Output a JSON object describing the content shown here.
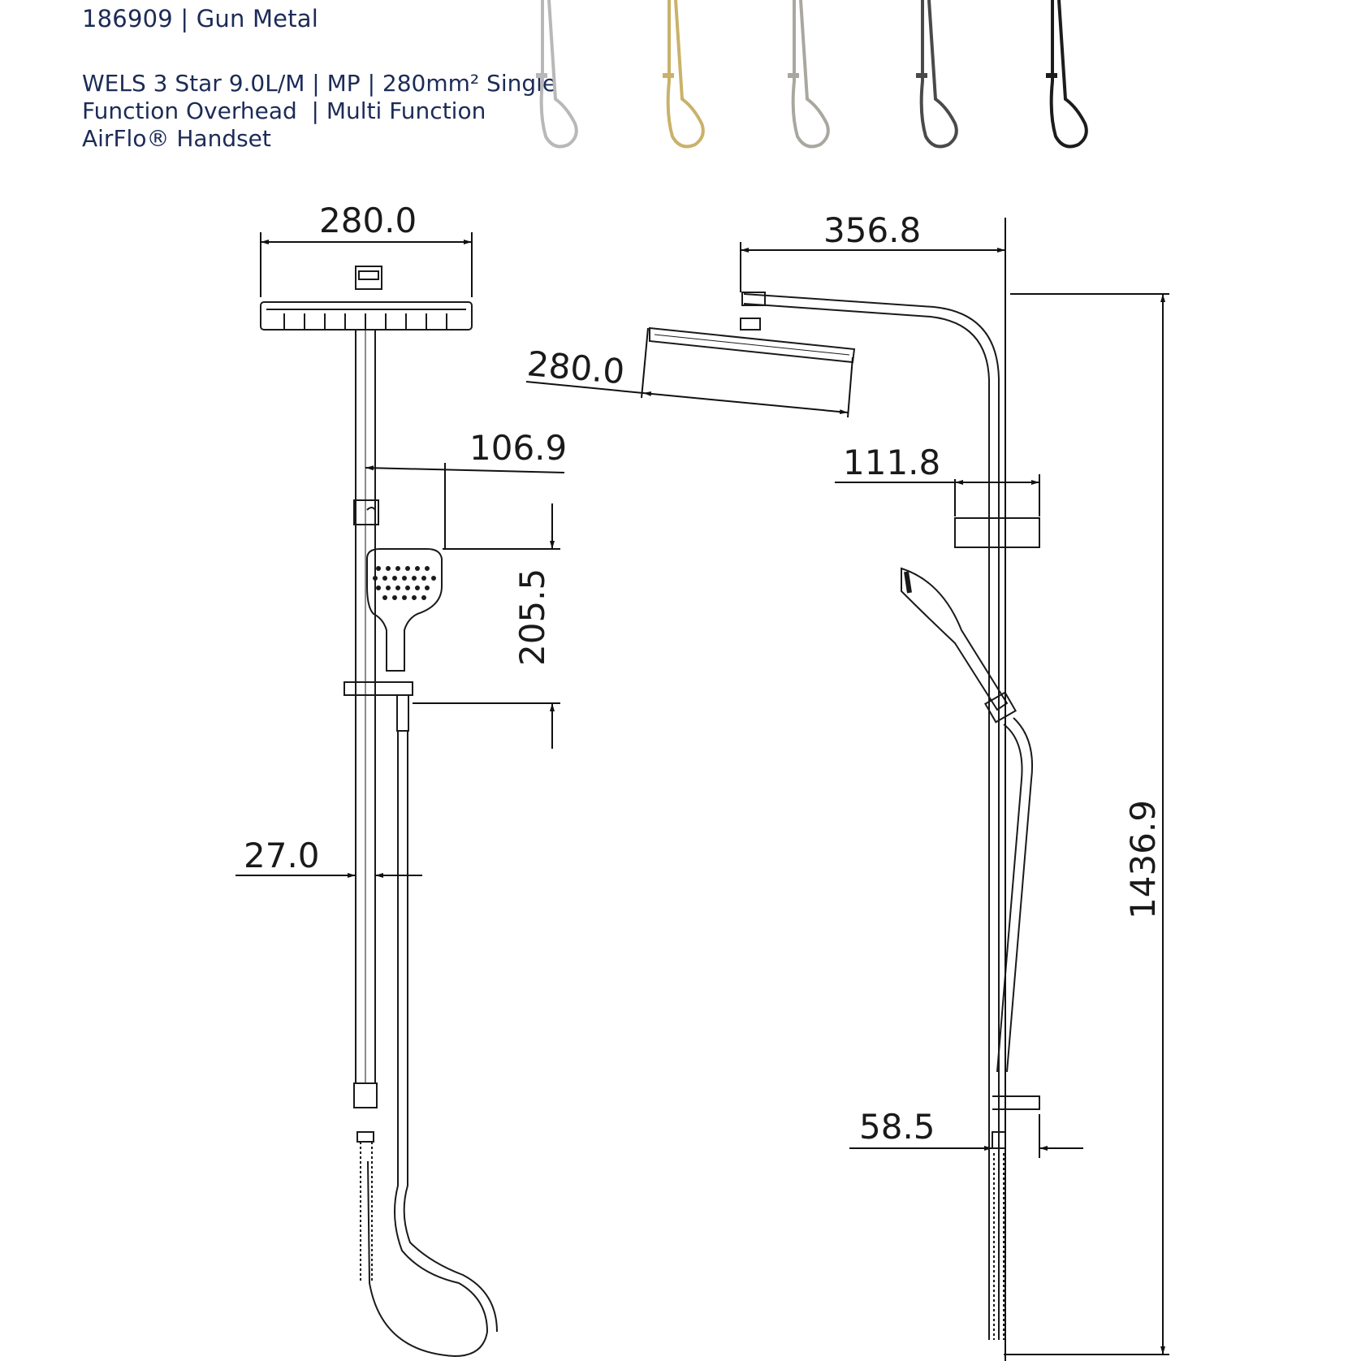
{
  "header": {
    "title": "186909 | Gun Metal",
    "lines": [
      "WELS 3 Star 9.0L/M | MP | 280mm² Single",
      "Function Overhead  | Multi Function",
      "AirFlo® Handset"
    ]
  },
  "finishes": [
    {
      "name": "chrome-variant",
      "color": "#b8b8b8"
    },
    {
      "name": "brushed-gold-variant",
      "color": "#c9b26a"
    },
    {
      "name": "brushed-nickel-variant",
      "color": "#a9a79f"
    },
    {
      "name": "gun-metal-variant",
      "color": "#4a4a4c"
    },
    {
      "name": "matte-black-variant",
      "color": "#1c1c1c"
    }
  ],
  "dimensions": {
    "front_overhead_width": "280.0",
    "front_handset_offset": "106.9",
    "front_handset_height": "205.5",
    "front_rail_diameter": "27.0",
    "side_arm_reach": "356.8",
    "side_overhead_width": "280.0",
    "side_bracket_depth": "111.8",
    "side_base_depth": "58.5",
    "side_total_height": "1436.9"
  }
}
